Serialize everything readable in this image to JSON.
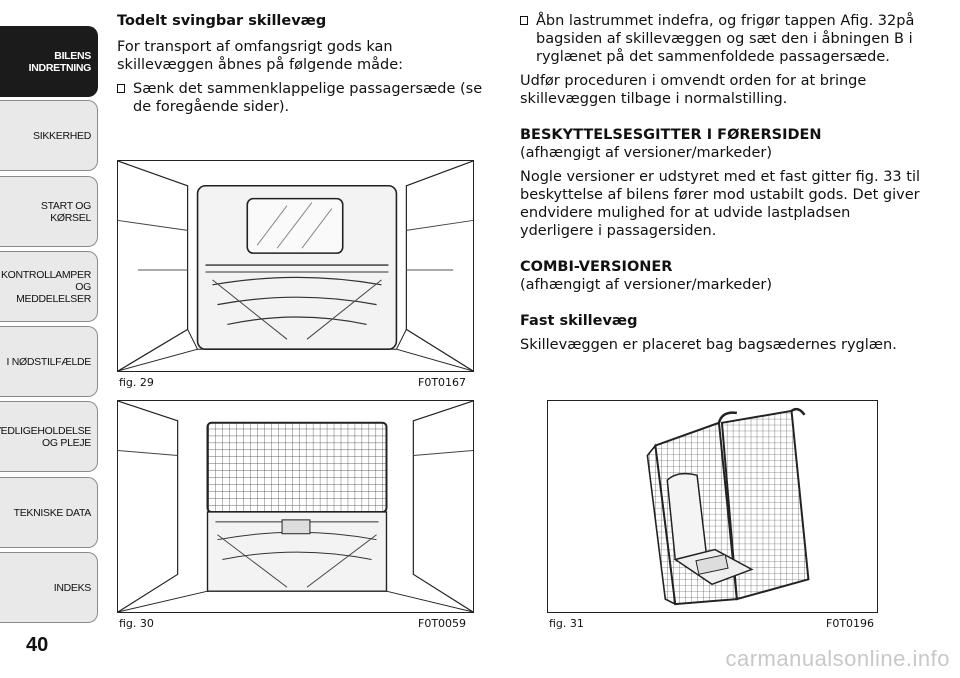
{
  "nav": {
    "tabs": [
      {
        "label": "BILENS\nINDRETNING",
        "active": true
      },
      {
        "label": "SIKKERHED",
        "active": false
      },
      {
        "label": "START OG KØRSEL",
        "active": false
      },
      {
        "label": "KONTROLLAMPER\nOG MEDDELELSER",
        "active": false
      },
      {
        "label": "I NØDSTILFÆLDE",
        "active": false
      },
      {
        "label": "VEDLIGEHOLDELSE\nOG PLEJE",
        "active": false
      },
      {
        "label": "TEKNISKE DATA",
        "active": false
      },
      {
        "label": "INDEKS",
        "active": false
      }
    ]
  },
  "page_number": "40",
  "watermark": "carmanualsonline.info",
  "col1": {
    "heading": "Todelt svingbar skillevæg",
    "intro": "For transport af omfangsrigt gods kan skillevæggen åbnes på følgende måde:",
    "bullet1": "Sænk det sammenklappelige passagersæde (se de foregående sider)."
  },
  "col2": {
    "bullet2": "Åbn lastrummet indefra, og frigør tappen Afig. 32på bagsiden af skillevæggen og sæt den i åbningen B i ryglænet på det sammenfoldede passagersæde.",
    "para1": "Udfør proceduren i omvendt orden for at bringe skillevæggen tilbage i normalstilling.",
    "heading2": "BESKYTTELSESGITTER I FØRERSIDEN",
    "heading2_sub": "(afhængigt af versioner/markeder)",
    "para2": "Nogle versioner er udstyret med et fast gitter fig. 33 til beskyttelse af bilens fører mod ustabilt gods. Det giver endvidere mulighed for at udvide lastpladsen yderligere i passagersiden.",
    "heading3": "COMBI-VERSIONER",
    "heading3_sub": "(afhængigt af versioner/markeder)",
    "heading4": "Fast skillevæg",
    "para3": "Skillevæggen er placeret bag bagsædernes ryglæn."
  },
  "figures": [
    {
      "label": "fig. 29",
      "code": "F0T0167"
    },
    {
      "label": "fig. 30",
      "code": "F0T0059"
    },
    {
      "label": "fig. 31",
      "code": "F0T0196"
    }
  ]
}
